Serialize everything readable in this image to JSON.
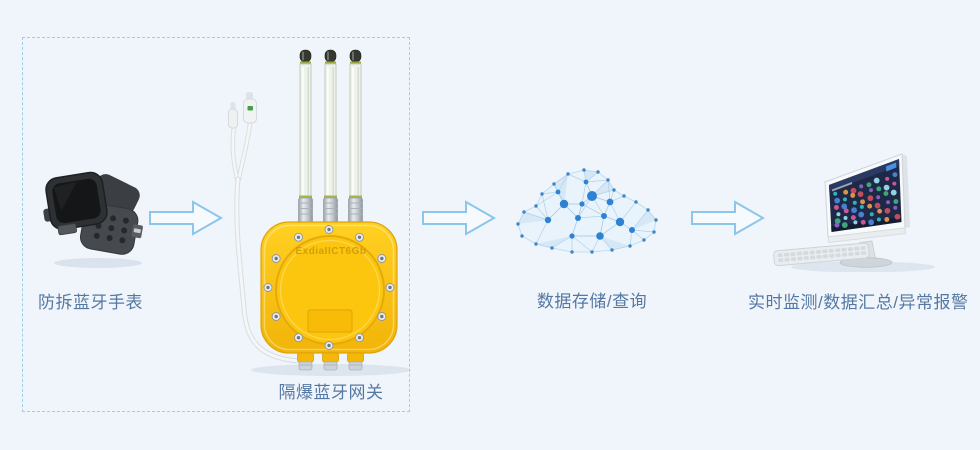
{
  "flow": {
    "stages": [
      {
        "id": "watch",
        "label": "防拆蓝牙手表"
      },
      {
        "id": "gateway",
        "label": "隔爆蓝牙网关"
      },
      {
        "id": "cloud",
        "label": "数据存储/查询"
      },
      {
        "id": "monitor",
        "label": "实时监测/数据汇总/异常报警"
      }
    ],
    "gateway_marking": "ExdiaIICT6Gb"
  },
  "icons": {
    "watch": "smartwatch-icon",
    "gateway": "explosion-proof-gateway-icon",
    "cloud": "network-cloud-icon",
    "monitor": "desktop-monitor-icon",
    "arrow": "flow-arrow-icon"
  },
  "colors": {
    "background": "#eff5fb",
    "dashed_border": "#9ccdec",
    "arrow_stroke": "#8cc6ec",
    "label_text": "#5578a3",
    "gateway_yellow": "#f8c513",
    "cloud_node_blue": "#2e82d3"
  }
}
